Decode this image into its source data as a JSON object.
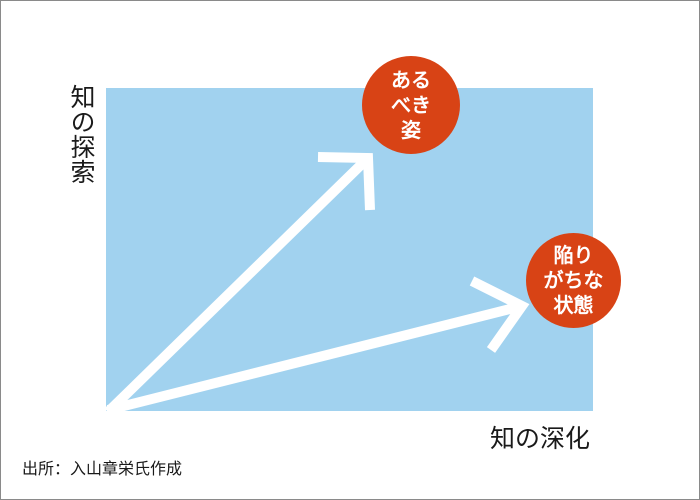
{
  "diagram": {
    "y_axis_label": "知の探索",
    "x_axis_label": "知の深化",
    "source": "出所：入山章栄氏作成",
    "nodes": [
      {
        "id": "ideal",
        "lines": [
          "ある",
          "べき",
          "姿"
        ],
        "label": "あるべき姿"
      },
      {
        "id": "trap",
        "lines": [
          "陥り",
          "がちな",
          "状態"
        ],
        "label": "陥りがちな状態"
      }
    ],
    "edges": [
      {
        "from": "origin",
        "to": "ideal",
        "style": "white-arrow"
      },
      {
        "from": "origin",
        "to": "trap",
        "style": "white-arrow"
      }
    ],
    "colors": {
      "plot_background": "#a1d2ef",
      "node_fill": "#d84315",
      "arrow": "#ffffff",
      "frame": "#8a8a8a"
    }
  }
}
